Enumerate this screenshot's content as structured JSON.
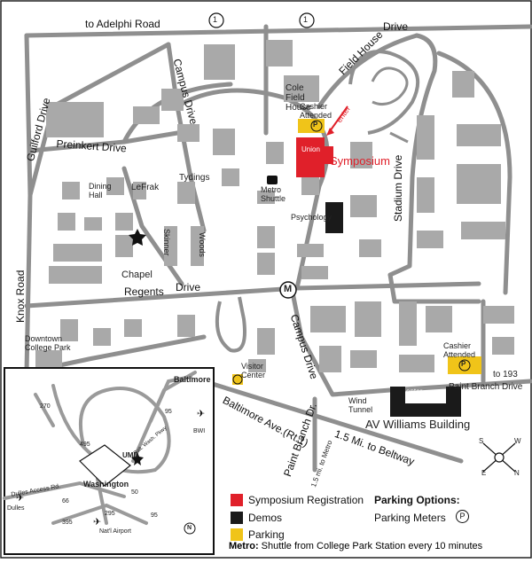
{
  "roads": {
    "adelphi": "to Adelphi Road",
    "route1_a": "1",
    "route1_b": "1",
    "field_house": "Field House",
    "drive_top": "Drive",
    "campus_drive_n": "Campus Drive",
    "guilford": "Guilford Drive",
    "preinkert": "Preinkert Drive",
    "stadium": "Stadium Drive",
    "knox": "Knox Road",
    "regents": "Regents",
    "regents_drive": "Drive",
    "campus_drive_s": "Campus Drive",
    "baltimore_ave": "Baltimore Ave.(Rt.1)",
    "paint_branch_dr": "Paint Branch Dr.",
    "paint_branch_drive": "Paint Branch Drive",
    "to193": "to 193",
    "beltway": "1.5 Mi. to Beltway",
    "to_metro": "1.5 mi. to Metro",
    "metro_m": "M"
  },
  "buildings": {
    "cole": "Cole Field House",
    "cashier1": "Cashier Attended",
    "enter1": "enter",
    "union": "Union",
    "symposium": "Symposium",
    "dining": "Dining Hall",
    "lefrak": "LeFrak",
    "tydings": "Tydings",
    "metro_shuttle": "Metro Shuttle",
    "psychology": "Psychology",
    "skinner": "Skinner",
    "woods": "Woods",
    "chapel": "Chapel",
    "downtown": "Downtown College Park",
    "visitor": "Visitor Center",
    "cashier2": "Cashier Attended",
    "enter2": "enter",
    "wind": "Wind Tunnel",
    "avw": "AV Williams Building",
    "parking_symbol": "P"
  },
  "inset": {
    "baltimore": "Baltimore",
    "washington": "Washington",
    "umd": "UMD",
    "bwi": "BWI",
    "dulles_access": "Dulles Access Rd.",
    "dulles": "Dulles",
    "natl": "Nat'l Airport",
    "bw_pkwy": "Balt. Wash. Pkwy",
    "rt_95a": "95",
    "rt_95b": "95",
    "rt_270": "270",
    "rt_495": "495",
    "rt_66": "66",
    "rt_395": "395",
    "rt_295": "295",
    "rt_50": "50",
    "north": "N"
  },
  "compass": {
    "s": "S",
    "n": "N",
    "e": "E",
    "w": "W"
  },
  "legend": {
    "registration": "Symposium Registration",
    "demos": "Demos",
    "parking": "Parking",
    "options_heading": "Parking Options:",
    "meters": "Parking Meters",
    "meter_symbol": "P",
    "metro_label": "Metro:",
    "metro_text": "Shuttle from College Park Station every 10 minutes"
  },
  "colors": {
    "registration": "#e0202a",
    "demos": "#1a1a1a",
    "parking": "#f0c419",
    "road": "#8a8a8a",
    "building": "#a9a9a9"
  }
}
